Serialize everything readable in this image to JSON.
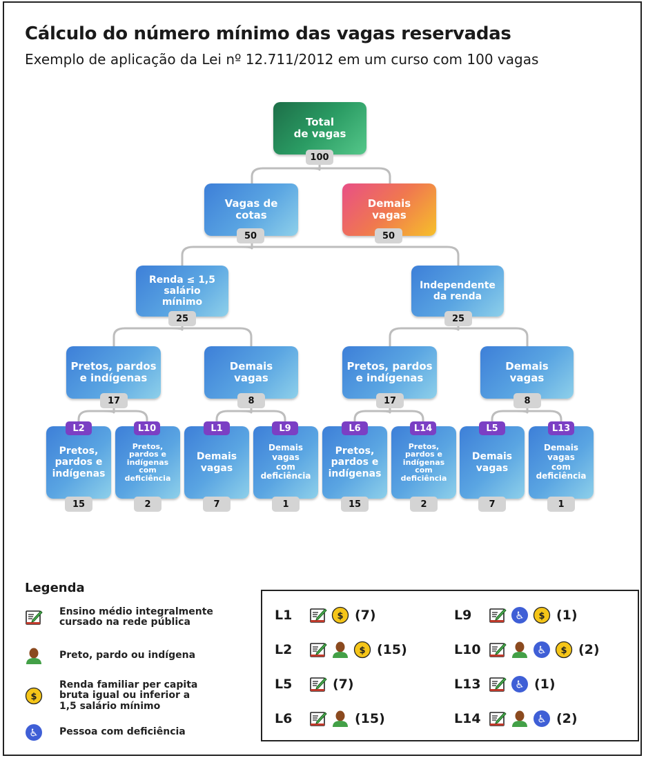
{
  "title": "Cálculo do número mínimo das vagas reservadas",
  "subtitle": "Exemplo de aplicação da Lei nº 12.711/2012 em um curso com 100 vagas",
  "tree": {
    "total": {
      "label": "Total\nde vagas",
      "count": "100"
    },
    "cotas": {
      "label": "Vagas de\ncotas",
      "count": "50"
    },
    "demais": {
      "label": "Demais\nvagas",
      "count": "50"
    },
    "renda": {
      "label": "Renda ≤ 1,5\nsalário\nmínimo",
      "count": "25"
    },
    "independente": {
      "label": "Independente\nda renda",
      "count": "25"
    },
    "ppi_a": {
      "label": "Pretos, pardos\ne indígenas",
      "count": "17"
    },
    "demais_a": {
      "label": "Demais\nvagas",
      "count": "8"
    },
    "ppi_b": {
      "label": "Pretos, pardos\ne indígenas",
      "count": "17"
    },
    "demais_b": {
      "label": "Demais\nvagas",
      "count": "8"
    },
    "leaves": [
      {
        "tag": "L2",
        "label": "Pretos,\npardos e\nindígenas",
        "count": "15"
      },
      {
        "tag": "L10",
        "label": "Pretos,\npardos e\nindígenas\ncom\ndeficiência",
        "count": "2"
      },
      {
        "tag": "L1",
        "label": "Demais\nvagas",
        "count": "7"
      },
      {
        "tag": "L9",
        "label": "Demais\nvagas\ncom\ndeficiência",
        "count": "1"
      },
      {
        "tag": "L6",
        "label": "Pretos,\npardos e\nindígenas",
        "count": "15"
      },
      {
        "tag": "L14",
        "label": "Pretos,\npardos e\nindígenas\ncom\ndeficiência",
        "count": "2"
      },
      {
        "tag": "L5",
        "label": "Demais\nvagas",
        "count": "7"
      },
      {
        "tag": "L13",
        "label": "Demais\nvagas\ncom\ndeficiência",
        "count": "1"
      }
    ]
  },
  "legend": {
    "title": "Legenda",
    "items": [
      {
        "icon": "notebook-pen-icon",
        "text": "Ensino médio integralmente\ncursado na rede pública"
      },
      {
        "icon": "person-icon",
        "text": "Preto, pardo ou indígena"
      },
      {
        "icon": "dollar-coin-icon",
        "text": "Renda familiar per capita\nbruta igual ou inferior a\n1,5 salário mínimo"
      },
      {
        "icon": "wheelchair-icon",
        "text": "Pessoa com deficiência"
      }
    ]
  },
  "summary": [
    {
      "code": "L1",
      "icons": [
        "notebook-pen-icon",
        "dollar-coin-icon"
      ],
      "value": "(7)"
    },
    {
      "code": "L2",
      "icons": [
        "notebook-pen-icon",
        "person-icon",
        "dollar-coin-icon"
      ],
      "value": "(15)"
    },
    {
      "code": "L5",
      "icons": [
        "notebook-pen-icon"
      ],
      "value": "(7)"
    },
    {
      "code": "L6",
      "icons": [
        "notebook-pen-icon",
        "person-icon"
      ],
      "value": "(15)"
    },
    {
      "code": "L9",
      "icons": [
        "notebook-pen-icon",
        "wheelchair-icon",
        "dollar-coin-icon"
      ],
      "value": "(1)"
    },
    {
      "code": "L10",
      "icons": [
        "notebook-pen-icon",
        "person-icon",
        "wheelchair-icon",
        "dollar-coin-icon"
      ],
      "value": "(2)"
    },
    {
      "code": "L13",
      "icons": [
        "notebook-pen-icon",
        "wheelchair-icon"
      ],
      "value": "(1)"
    },
    {
      "code": "L14",
      "icons": [
        "notebook-pen-icon",
        "person-icon",
        "wheelchair-icon"
      ],
      "value": "(2)"
    }
  ],
  "colors": {
    "node_blue": "#3d7fd8",
    "node_green": "#1d6e48",
    "node_warm": "#f0784f",
    "tag_purple": "#7b3fc4",
    "count_gray": "#d4d4d4",
    "coin_yellow": "#f5c518",
    "wheelchair_blue": "#3f5fd6"
  }
}
